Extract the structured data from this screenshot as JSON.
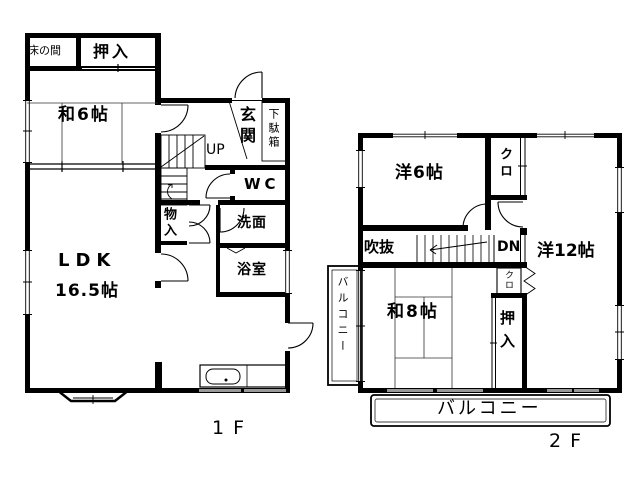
{
  "plan": {
    "f1": {
      "floor_label": "1F",
      "rooms": {
        "tokonoma": "床の間",
        "oshiire": "押入",
        "washitsu6": "和6帖",
        "genkan": "玄関",
        "getabako": "下駄箱",
        "up": "UP",
        "wc": "WC",
        "monoire": "物入",
        "senmen": "洗面",
        "yokushitsu": "浴室",
        "ldk_name": "LDK",
        "ldk_size": "16.5帖"
      }
    },
    "f2": {
      "floor_label": "2F",
      "rooms": {
        "yoshitsu6": "洋6帖",
        "closet_top": "クロ",
        "fukinuke": "吹抜",
        "dn": "DN",
        "yoshitsu12": "洋12帖",
        "closet_small": "クロ",
        "washitsu8": "和8帖",
        "oshiire": "押入",
        "balcony_side": "バルコニー",
        "balcony_main": "バルコニー"
      }
    },
    "colors": {
      "wall": "#000000",
      "background": "#ffffff",
      "window_gray": "#999999"
    }
  }
}
